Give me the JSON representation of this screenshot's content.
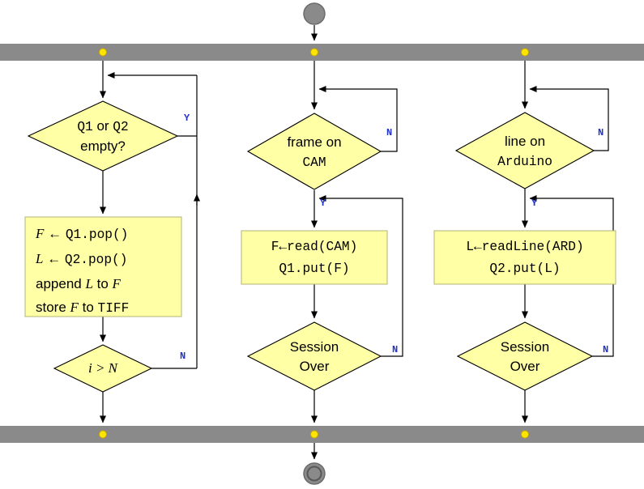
{
  "colors": {
    "node_fill": "#FFFFA6",
    "node_border": "#000000",
    "rect_border": "#B3B377",
    "bar": "#8A8A8A",
    "dot": "#FFE600",
    "dot_border": "#C9A700",
    "branch_label": "#2233CC",
    "ink": "#000000",
    "terminal": "#8A8A8A"
  },
  "labels": {
    "yes": "Y",
    "no": "N"
  },
  "nodes": {
    "left_decision": {
      "lines": [
        [
          {
            "t": "Q1",
            "f": "mono"
          },
          {
            "t": " or ",
            "f": "sans"
          },
          {
            "t": "Q2",
            "f": "mono"
          }
        ],
        [
          {
            "t": "empty?",
            "f": "sans"
          }
        ]
      ]
    },
    "left_process": {
      "lines": [
        [
          {
            "t": "F",
            "f": "math"
          },
          {
            "t": " ← ",
            "f": "sans"
          },
          {
            "t": "Q1.pop()",
            "f": "mono"
          }
        ],
        [
          {
            "t": "L",
            "f": "math"
          },
          {
            "t": " ← ",
            "f": "sans"
          },
          {
            "t": "Q2.pop()",
            "f": "mono"
          }
        ],
        [
          {
            "t": "append ",
            "f": "sans"
          },
          {
            "t": "L",
            "f": "math"
          },
          {
            "t": " to ",
            "f": "sans"
          },
          {
            "t": "F",
            "f": "math"
          }
        ],
        [
          {
            "t": "store ",
            "f": "sans"
          },
          {
            "t": "F",
            "f": "math"
          },
          {
            "t": " to ",
            "f": "sans"
          },
          {
            "t": "TIFF",
            "f": "mono"
          }
        ]
      ]
    },
    "left_decision2": {
      "lines": [
        [
          {
            "t": "i > N",
            "f": "math"
          }
        ]
      ]
    },
    "mid_decision": {
      "lines": [
        [
          {
            "t": "frame on",
            "f": "sans"
          }
        ],
        [
          {
            "t": "CAM",
            "f": "mono"
          }
        ]
      ]
    },
    "mid_process": {
      "lines": [
        [
          {
            "t": "F←read(CAM)",
            "f": "mono"
          }
        ],
        [
          {
            "t": "Q1.put(F)",
            "f": "mono"
          }
        ]
      ]
    },
    "mid_decision2": {
      "lines": [
        [
          {
            "t": "Session",
            "f": "sans"
          }
        ],
        [
          {
            "t": "Over",
            "f": "sans"
          }
        ]
      ]
    },
    "right_decision": {
      "lines": [
        [
          {
            "t": "line on",
            "f": "sans"
          }
        ],
        [
          {
            "t": "Arduino",
            "f": "mono"
          }
        ]
      ]
    },
    "right_process": {
      "lines": [
        [
          {
            "t": "L←readLine(ARD)",
            "f": "mono"
          }
        ],
        [
          {
            "t": "Q2.put(L)",
            "f": "mono"
          }
        ]
      ]
    },
    "right_decision2": {
      "lines": [
        [
          {
            "t": "Session",
            "f": "sans"
          }
        ],
        [
          {
            "t": "Over",
            "f": "sans"
          }
        ]
      ]
    }
  }
}
